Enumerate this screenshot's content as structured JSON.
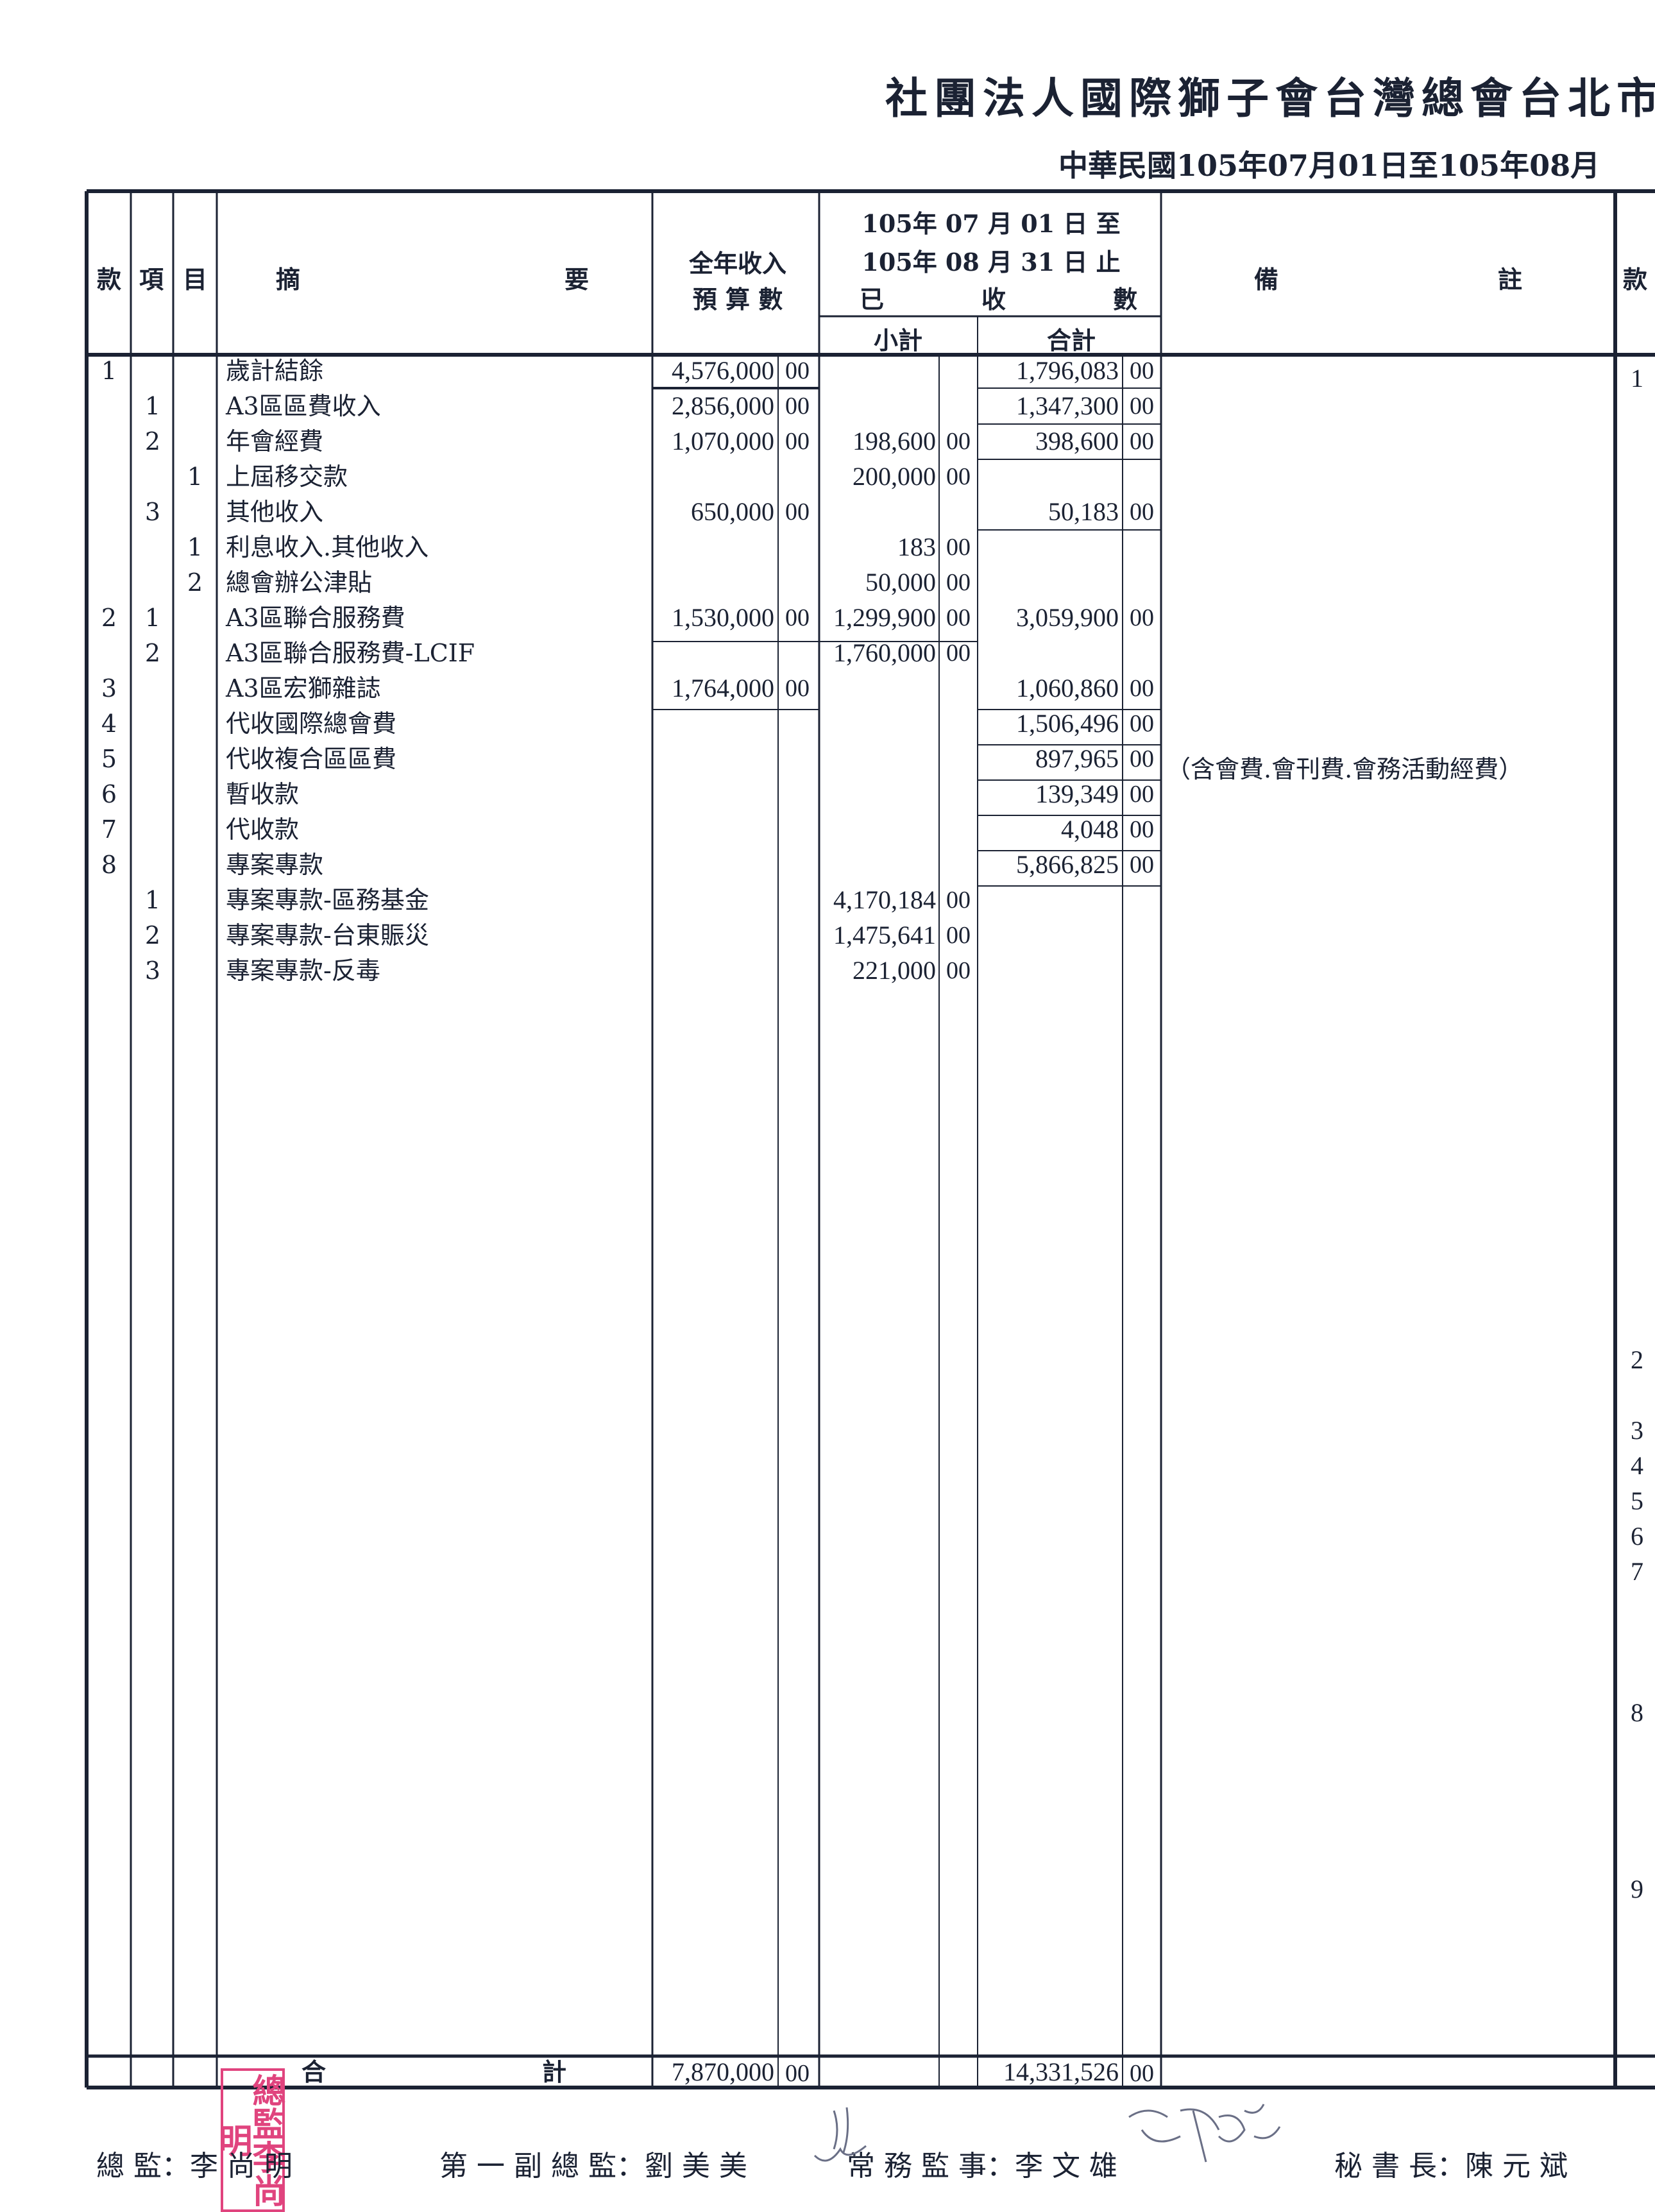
{
  "title": "社團法人國際獅子會台灣總會台北市",
  "period": "中華民國105年07月01日至105年08月",
  "headers": {
    "kuan": "款",
    "xiang": "項",
    "mu": "目",
    "zhaiyao_a": "摘",
    "zhaiyao_b": "要",
    "budget_l1": "全年收入",
    "budget_l2": "預 算 數",
    "period_l1": "105年 07 月 01 日 至",
    "period_l2": "105年 08 月 31 日 止",
    "period_l3a": "已",
    "period_l3b": "收",
    "period_l3c": "數",
    "subtotal": "小計",
    "total": "合計",
    "remark_a": "備",
    "remark_b": "註",
    "next_kuan": "款"
  },
  "rows": [
    {
      "kuan": "1",
      "xiang": "",
      "mu": "",
      "desc": "歲計結餘",
      "budget": "4,576,000",
      "budget_c": "00",
      "sub": "",
      "sub_c": "",
      "tot": "1,796,083",
      "tot_c": "00"
    },
    {
      "kuan": "",
      "xiang": "1",
      "mu": "",
      "desc": "A3區區費收入",
      "budget": "2,856,000",
      "budget_c": "00",
      "sub": "",
      "sub_c": "",
      "tot": "1,347,300",
      "tot_c": "00"
    },
    {
      "kuan": "",
      "xiang": "2",
      "mu": "",
      "desc": "年會經費",
      "budget": "1,070,000",
      "budget_c": "00",
      "sub": "198,600",
      "sub_c": "00",
      "tot": "398,600",
      "tot_c": "00"
    },
    {
      "kuan": "",
      "xiang": "",
      "mu": "1",
      "desc": "上屆移交款",
      "budget": "",
      "budget_c": "",
      "sub": "200,000",
      "sub_c": "00",
      "tot": "",
      "tot_c": ""
    },
    {
      "kuan": "",
      "xiang": "3",
      "mu": "",
      "desc": "其他收入",
      "budget": "650,000",
      "budget_c": "00",
      "sub": "",
      "sub_c": "",
      "tot": "50,183",
      "tot_c": "00"
    },
    {
      "kuan": "",
      "xiang": "",
      "mu": "1",
      "desc": "利息收入.其他收入",
      "budget": "",
      "budget_c": "",
      "sub": "183",
      "sub_c": "00",
      "tot": "",
      "tot_c": ""
    },
    {
      "kuan": "",
      "xiang": "",
      "mu": "2",
      "desc": "總會辦公津貼",
      "budget": "",
      "budget_c": "",
      "sub": "50,000",
      "sub_c": "00",
      "tot": "",
      "tot_c": ""
    },
    {
      "kuan": "2",
      "xiang": "1",
      "mu": "",
      "desc": "A3區聯合服務費",
      "budget": "1,530,000",
      "budget_c": "00",
      "sub": "1,299,900",
      "sub_c": "00",
      "tot": "3,059,900",
      "tot_c": "00"
    },
    {
      "kuan": "",
      "xiang": "2",
      "mu": "",
      "desc": "A3區聯合服務費-LCIF",
      "budget": "",
      "budget_c": "",
      "sub": "1,760,000",
      "sub_c": "00",
      "tot": "",
      "tot_c": ""
    },
    {
      "kuan": "3",
      "xiang": "",
      "mu": "",
      "desc": "A3區宏獅雜誌",
      "budget": "1,764,000",
      "budget_c": "00",
      "sub": "",
      "sub_c": "",
      "tot": "1,060,860",
      "tot_c": "00"
    },
    {
      "kuan": "4",
      "xiang": "",
      "mu": "",
      "desc": "代收國際總會費",
      "budget": "",
      "budget_c": "",
      "sub": "",
      "sub_c": "",
      "tot": "1,506,496",
      "tot_c": "00"
    },
    {
      "kuan": "5",
      "xiang": "",
      "mu": "",
      "desc": "代收複合區區費",
      "budget": "",
      "budget_c": "",
      "sub": "",
      "sub_c": "",
      "tot": "897,965",
      "tot_c": "00"
    },
    {
      "kuan": "6",
      "xiang": "",
      "mu": "",
      "desc": "暫收款",
      "budget": "",
      "budget_c": "",
      "sub": "",
      "sub_c": "",
      "tot": "139,349",
      "tot_c": "00"
    },
    {
      "kuan": "7",
      "xiang": "",
      "mu": "",
      "desc": "代收款",
      "budget": "",
      "budget_c": "",
      "sub": "",
      "sub_c": "",
      "tot": "4,048",
      "tot_c": "00"
    },
    {
      "kuan": "8",
      "xiang": "",
      "mu": "",
      "desc": "專案專款",
      "budget": "",
      "budget_c": "",
      "sub": "",
      "sub_c": "",
      "tot": "5,866,825",
      "tot_c": "00"
    },
    {
      "kuan": "",
      "xiang": "1",
      "mu": "",
      "desc": "專案專款-區務基金",
      "budget": "",
      "budget_c": "",
      "sub": "4,170,184",
      "sub_c": "00",
      "tot": "",
      "tot_c": ""
    },
    {
      "kuan": "",
      "xiang": "2",
      "mu": "",
      "desc": "專案專款-台東賑災",
      "budget": "",
      "budget_c": "",
      "sub": "1,475,641",
      "sub_c": "00",
      "tot": "",
      "tot_c": ""
    },
    {
      "kuan": "",
      "xiang": "3",
      "mu": "",
      "desc": "專案專款-反毒",
      "budget": "",
      "budget_c": "",
      "sub": "221,000",
      "sub_c": "00",
      "tot": "",
      "tot_c": ""
    }
  ],
  "remark_row5": "（含會費.會刊費.會務活動經費）",
  "right_kuan_numbers": [
    "1",
    "2",
    "3",
    "4",
    "5",
    "6",
    "7",
    "8",
    "9"
  ],
  "total_row": {
    "label_a": "合",
    "label_b": "計",
    "budget": "7,870,000",
    "budget_c": "00",
    "tot": "14,331,526",
    "tot_c": "00"
  },
  "signatures": {
    "director": "總  監：李 尚 明",
    "first_vice": "第 一 副 總 監：劉 美 美",
    "supervisor": "常 務 監 事：李 文 雄",
    "secretary": "秘 書 長：陳 元 斌"
  },
  "stamp_text": "總監李尚明"
}
